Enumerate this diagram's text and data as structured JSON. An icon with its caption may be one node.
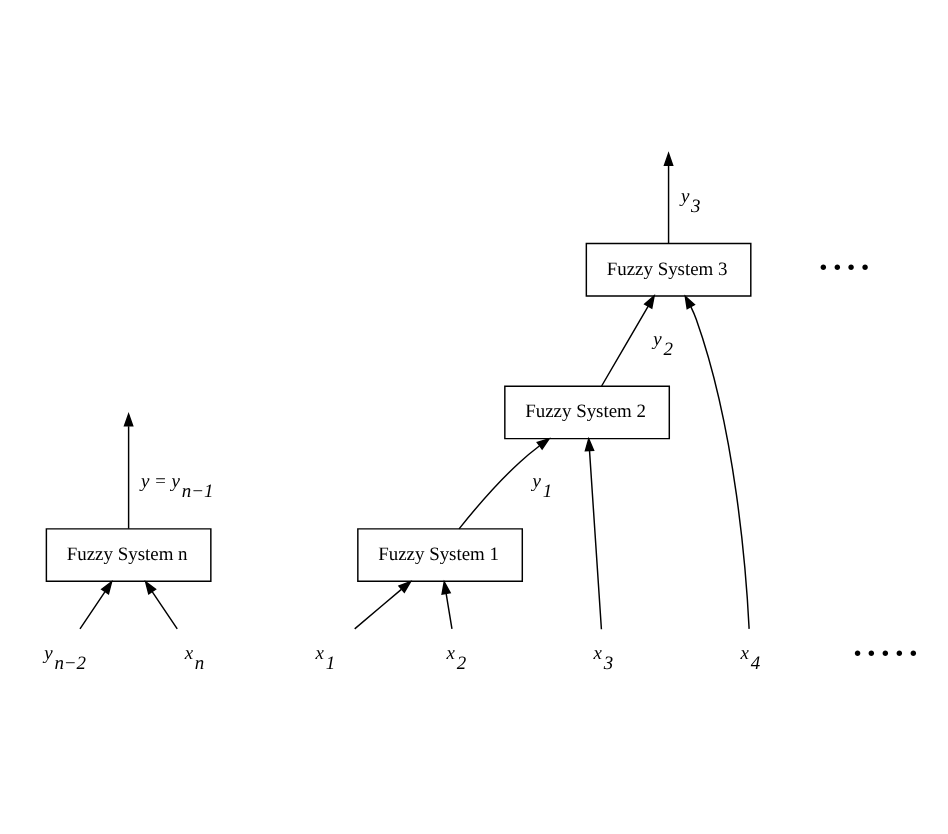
{
  "diagram": {
    "nodes": [
      {
        "text": [
          "Fuzzy System n"
        ]
      },
      {
        "text": [
          "y$_{n−2}$"
        ]
      },
      {
        "text": [
          "Fuzzy System 3"
        ]
      },
      {
        "text": [
          "Fuzzy System 2"
        ]
      },
      {
        "text": [
          "Fuzzy System 1"
        ]
      },
      {
        "text": [
          "x$_{1}$"
        ]
      },
      {
        "text": [
          "x$_{2}$"
        ]
      },
      {
        "text": [
          "x$_{3}$"
        ]
      },
      {
        "text": [
          "x$_{4}$"
        ]
      },
      {
        "text": [
          "x$_{n}$"
        ]
      }
    ],
    "edges": [
      {
        "from": 5,
        "to": 4,
        "arrow": "to"
      },
      {
        "from": 6,
        "to": 4,
        "arrow": "to"
      },
      {
        "from": 4,
        "to": 3,
        "arrow": "to",
        "label": "y$_{1}$"
      },
      {
        "from": 7,
        "to": 3,
        "arrow": "to"
      },
      {
        "from": 3,
        "to": 2,
        "arrow": "to",
        "label": "y$_{2}$"
      },
      {
        "from": 8,
        "to": 2,
        "arrow": "to"
      },
      {
        "from": 2,
        "to": null,
        "arrow": "to",
        "label": "y$_{3}$"
      },
      {
        "from": 1,
        "to": 0,
        "arrow": "to"
      },
      {
        "from": 9,
        "to": 0,
        "arrow": "to"
      },
      {
        "from": 0,
        "to": null,
        "arrow": "to",
        "label": "y = y$_{n−1}$"
      }
    ],
    "labels": [
      "• • • •",
      "• • • • •"
    ]
  }
}
